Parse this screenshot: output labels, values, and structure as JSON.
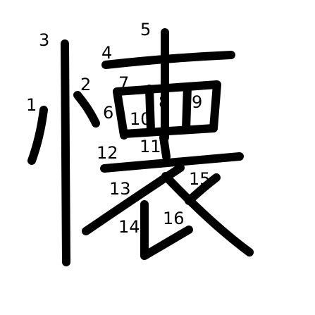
{
  "diagram": {
    "character": "懐",
    "stroke_color": "#000000",
    "background_color": "#ffffff",
    "labels": [
      "1",
      "2",
      "3",
      "4",
      "5",
      "6",
      "7",
      "8",
      "9",
      "10",
      "11",
      "12",
      "13",
      "14",
      "15",
      "16"
    ]
  }
}
